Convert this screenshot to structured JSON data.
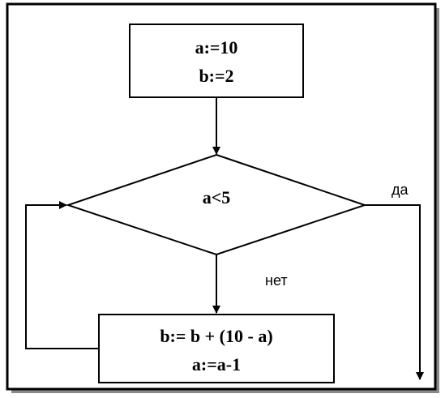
{
  "flowchart": {
    "init_block": {
      "line1": "a:=10",
      "line2": "b:=2"
    },
    "condition": {
      "text": "a<5"
    },
    "branch_yes": "да",
    "branch_no": "нет",
    "body_block": {
      "line1": "b:= b + (10 - a)",
      "line2": "a:=a-1"
    }
  }
}
